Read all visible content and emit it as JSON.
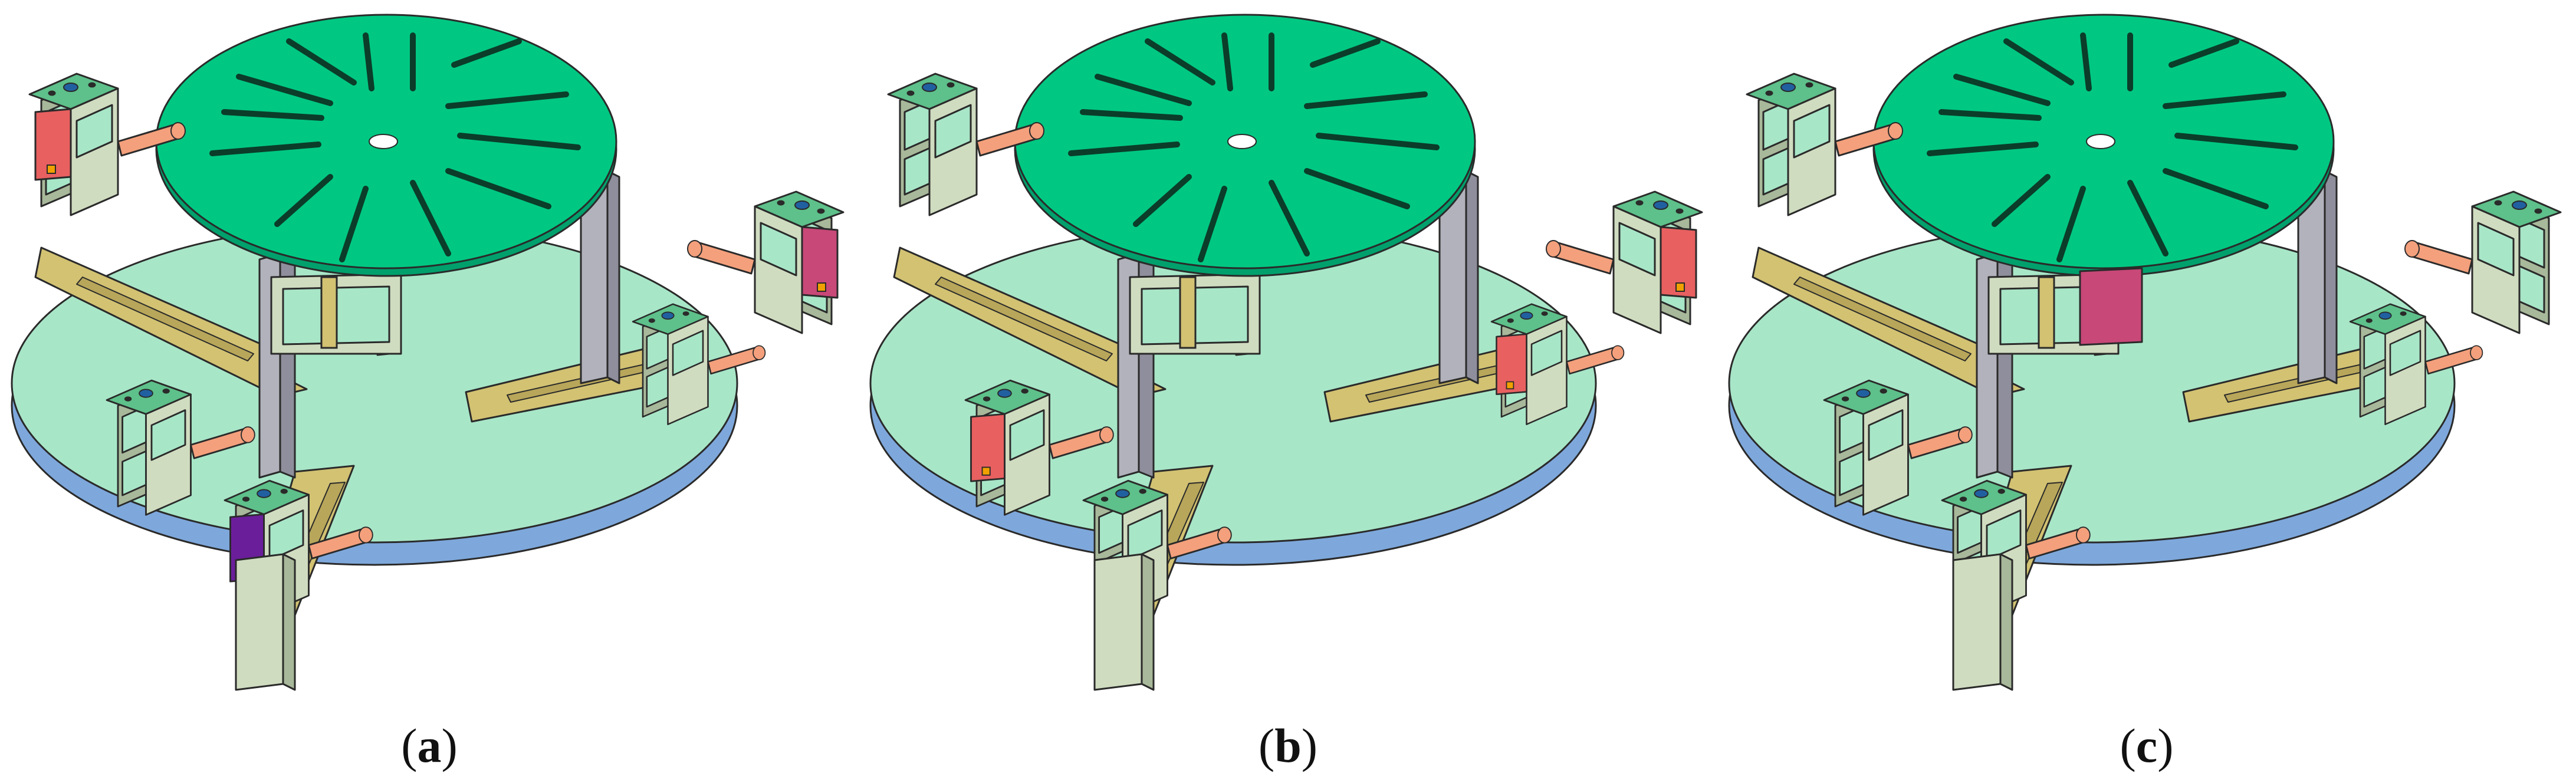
{
  "colors": {
    "base_top": "#a8e6c8",
    "base_rim": "#7ea8dc",
    "table_top": "#00c882",
    "table_rim": "#00a06c",
    "slot": "#0b3d2a",
    "column": "#b2b2bc",
    "column_dark": "#8e8e9c",
    "rail": "#d2c272",
    "rail_dark": "#b8a65a",
    "bracket": "#d0dcc0",
    "bracket_dark": "#a8b89a",
    "plate": "#5ec08a",
    "shaft": "#f4a07c",
    "magnet_active": "#e86060",
    "magnet_neutral": "#c84878",
    "magnet_alt": "#6a1e9a",
    "outline": "#2a2a2a"
  },
  "panels": [
    {
      "id": "a",
      "caption_open": "(",
      "caption_letter": "a",
      "caption_close": ")"
    },
    {
      "id": "b",
      "caption_open": "(",
      "caption_letter": "b",
      "caption_close": ")"
    },
    {
      "id": "c",
      "caption_open": "(",
      "caption_letter": "c",
      "caption_close": ")"
    }
  ]
}
